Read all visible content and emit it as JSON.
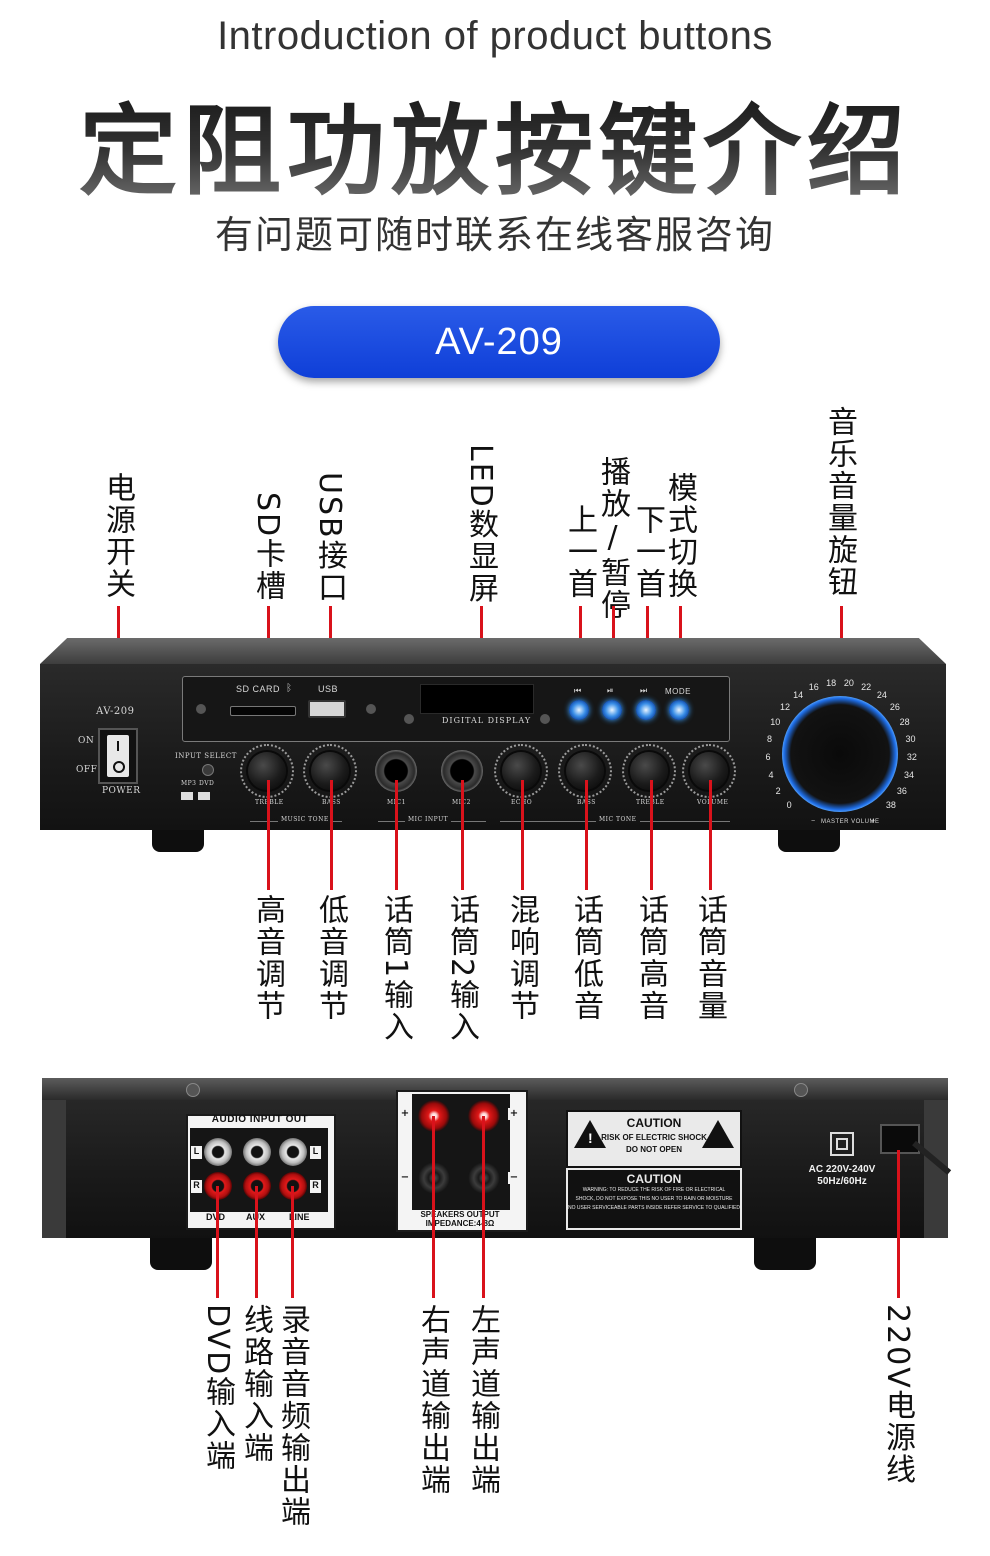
{
  "header": {
    "subtitle_en": "Introduction of product buttons",
    "title_cn": "定阻功放按键介绍",
    "contact": "有问题可随时联系在线客服咨询",
    "model": "AV-209"
  },
  "front_labels_top": [
    {
      "id": "power-switch",
      "text": "电源开关"
    },
    {
      "id": "sd-slot",
      "text": "SD卡槽"
    },
    {
      "id": "usb-port",
      "text": "USB接口"
    },
    {
      "id": "led-display",
      "text": "LED数显屏"
    },
    {
      "id": "prev-track",
      "text": "上一首"
    },
    {
      "id": "play-pause",
      "text": "播放/暂停"
    },
    {
      "id": "next-track",
      "text": "下一首"
    },
    {
      "id": "mode-switch",
      "text": "模式切换"
    },
    {
      "id": "master-volume",
      "text": "音乐音量旋钮"
    }
  ],
  "front_labels_bottom": [
    {
      "id": "treble",
      "text": "高音调节"
    },
    {
      "id": "bass",
      "text": "低音调节"
    },
    {
      "id": "mic1",
      "text": "话筒1输入"
    },
    {
      "id": "mic2",
      "text": "话筒2输入"
    },
    {
      "id": "echo",
      "text": "混响调节"
    },
    {
      "id": "mic-bass",
      "text": "话筒低音"
    },
    {
      "id": "mic-treble",
      "text": "话筒高音"
    },
    {
      "id": "mic-volume",
      "text": "话筒音量"
    }
  ],
  "back_labels": [
    {
      "id": "dvd-input",
      "text": "DVD输入端"
    },
    {
      "id": "line-input",
      "text": "线路输入端"
    },
    {
      "id": "record-output",
      "text": "录音音频输出端"
    },
    {
      "id": "right-output",
      "text": "右声道输出端"
    },
    {
      "id": "left-output",
      "text": "左声道输出端"
    },
    {
      "id": "power-cord",
      "text": "220V电源线"
    }
  ],
  "front_panel": {
    "model": "AV-209",
    "on": "ON",
    "off": "OFF",
    "power": "POWER",
    "sd_card": "SD CARD",
    "usb": "USB",
    "digital_display": "DIGITAL DISPLAY",
    "mode": "MODE",
    "input_select": "INPUT SELECT",
    "mp3": "MP3",
    "dvd": "DVD",
    "knob_treble": "TREBLE",
    "knob_bass": "BASS",
    "jack_mic1": "MIC1",
    "jack_mic2": "MIC2",
    "knob_echo": "ECHO",
    "knob_mic_bass": "BASS",
    "knob_mic_treble": "TREBLE",
    "knob_volume": "VOLUME",
    "group_music_tone": "MUSIC TONE",
    "group_mic_input": "MIC INPUT",
    "group_mic_tone": "MIC TONE",
    "master_volume": "MASTER VOLUME",
    "master_minus": "−",
    "master_plus": "+",
    "scale": [
      "0",
      "2",
      "4",
      "6",
      "8",
      "10",
      "12",
      "14",
      "16",
      "18",
      "20",
      "22",
      "24",
      "26",
      "28",
      "30",
      "32",
      "34",
      "36",
      "38"
    ]
  },
  "back_panel": {
    "audio_input_out": "AUDIO  INPUT  OUT",
    "L": "L",
    "R": "R",
    "dvd": "DVD",
    "aux": "AUX",
    "line": "LINE",
    "plus": "+",
    "minus": "−",
    "speakers_output": "SPEAKERS OUTPUT",
    "impedance": "IMPEDANCE:4-8Ω",
    "caution1_title": "CAUTION",
    "caution1_line1": "RISK OF ELECTRIC SHOCK",
    "caution1_line2": "DO NOT OPEN",
    "caution2_title": "CAUTION",
    "caution2_line1": "WARNING: TO REDUCE THE RISK OF FIRE OR ELECTRICAL",
    "caution2_line2": "SHOCK, DO NOT EXPOSE THIS NO USER TO RAIN OR MOISTURE",
    "caution2_line3": "NO USER SERVICEABLE PARTS INSIDE REFER SERVICE TO QUALIFIED",
    "ac_rating": "AC 220V-240V",
    "hz_rating": "50Hz/60Hz"
  }
}
